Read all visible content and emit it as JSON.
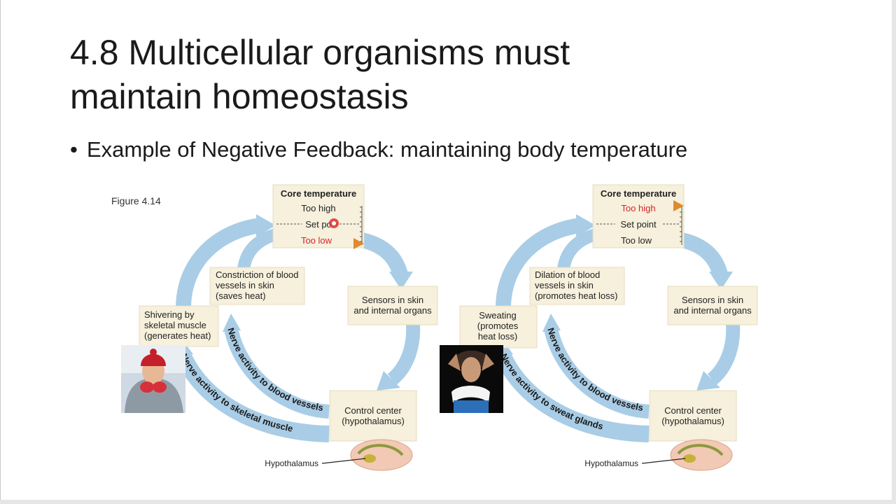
{
  "slide": {
    "title_line1": "4.8 Multicellular organisms must",
    "title_line2": "maintain homeostasis",
    "bullet": "Example of Negative Feedback: maintaining body temperature"
  },
  "figure": {
    "label": "Figure 4.14",
    "colors": {
      "arrow": "#a9cde6",
      "box": "#f6f0dc",
      "highlight": "#d8232a",
      "pointer": "#e08a2e",
      "text": "#222222"
    },
    "cold": {
      "core": {
        "heading": "Core temperature",
        "high": "Too high",
        "set": "Set po",
        "low": "Too low",
        "active": "low"
      },
      "sensors": [
        "Sensors in skin",
        "and internal organs"
      ],
      "control": [
        "Control center",
        "(hypothalamus)"
      ],
      "effector_outer": [
        "Shivering by",
        "skeletal muscle",
        "(generates heat)"
      ],
      "effector_inner": [
        "Constriction of blood",
        "vessels in skin",
        "(saves heat)"
      ],
      "nerve_inner": "Nerve activity to blood vessels",
      "nerve_outer": "Nerve activity to skeletal muscle",
      "hypothalamus": "Hypothalamus"
    },
    "hot": {
      "core": {
        "heading": "Core temperature",
        "high": "Too high",
        "set": "Set point",
        "low": "Too low",
        "active": "high"
      },
      "sensors": [
        "Sensors in skin",
        "and internal organs"
      ],
      "control": [
        "Control center",
        "(hypothalamus)"
      ],
      "effector_outer": [
        "Sweating",
        "(promotes",
        "heat loss)"
      ],
      "effector_inner": [
        "Dilation of blood",
        "vessels in skin",
        "(promotes heat loss)"
      ],
      "nerve_inner": "Nerve activity to blood vessels",
      "nerve_outer": "Nerve activity to sweat glands",
      "hypothalamus": "Hypothalamus"
    }
  }
}
